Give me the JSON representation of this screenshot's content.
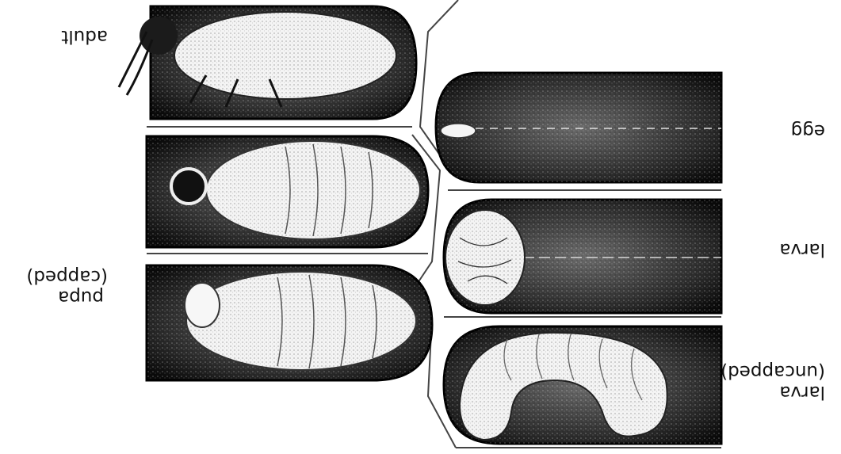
{
  "labels": {
    "adult": "adult",
    "egg": "egg",
    "larva": "larva",
    "pupa": "pupa",
    "capped": "(capped)",
    "larva_uncapped": "larva",
    "uncapped": "(uncapped)"
  },
  "orientation": "rotated 180°"
}
